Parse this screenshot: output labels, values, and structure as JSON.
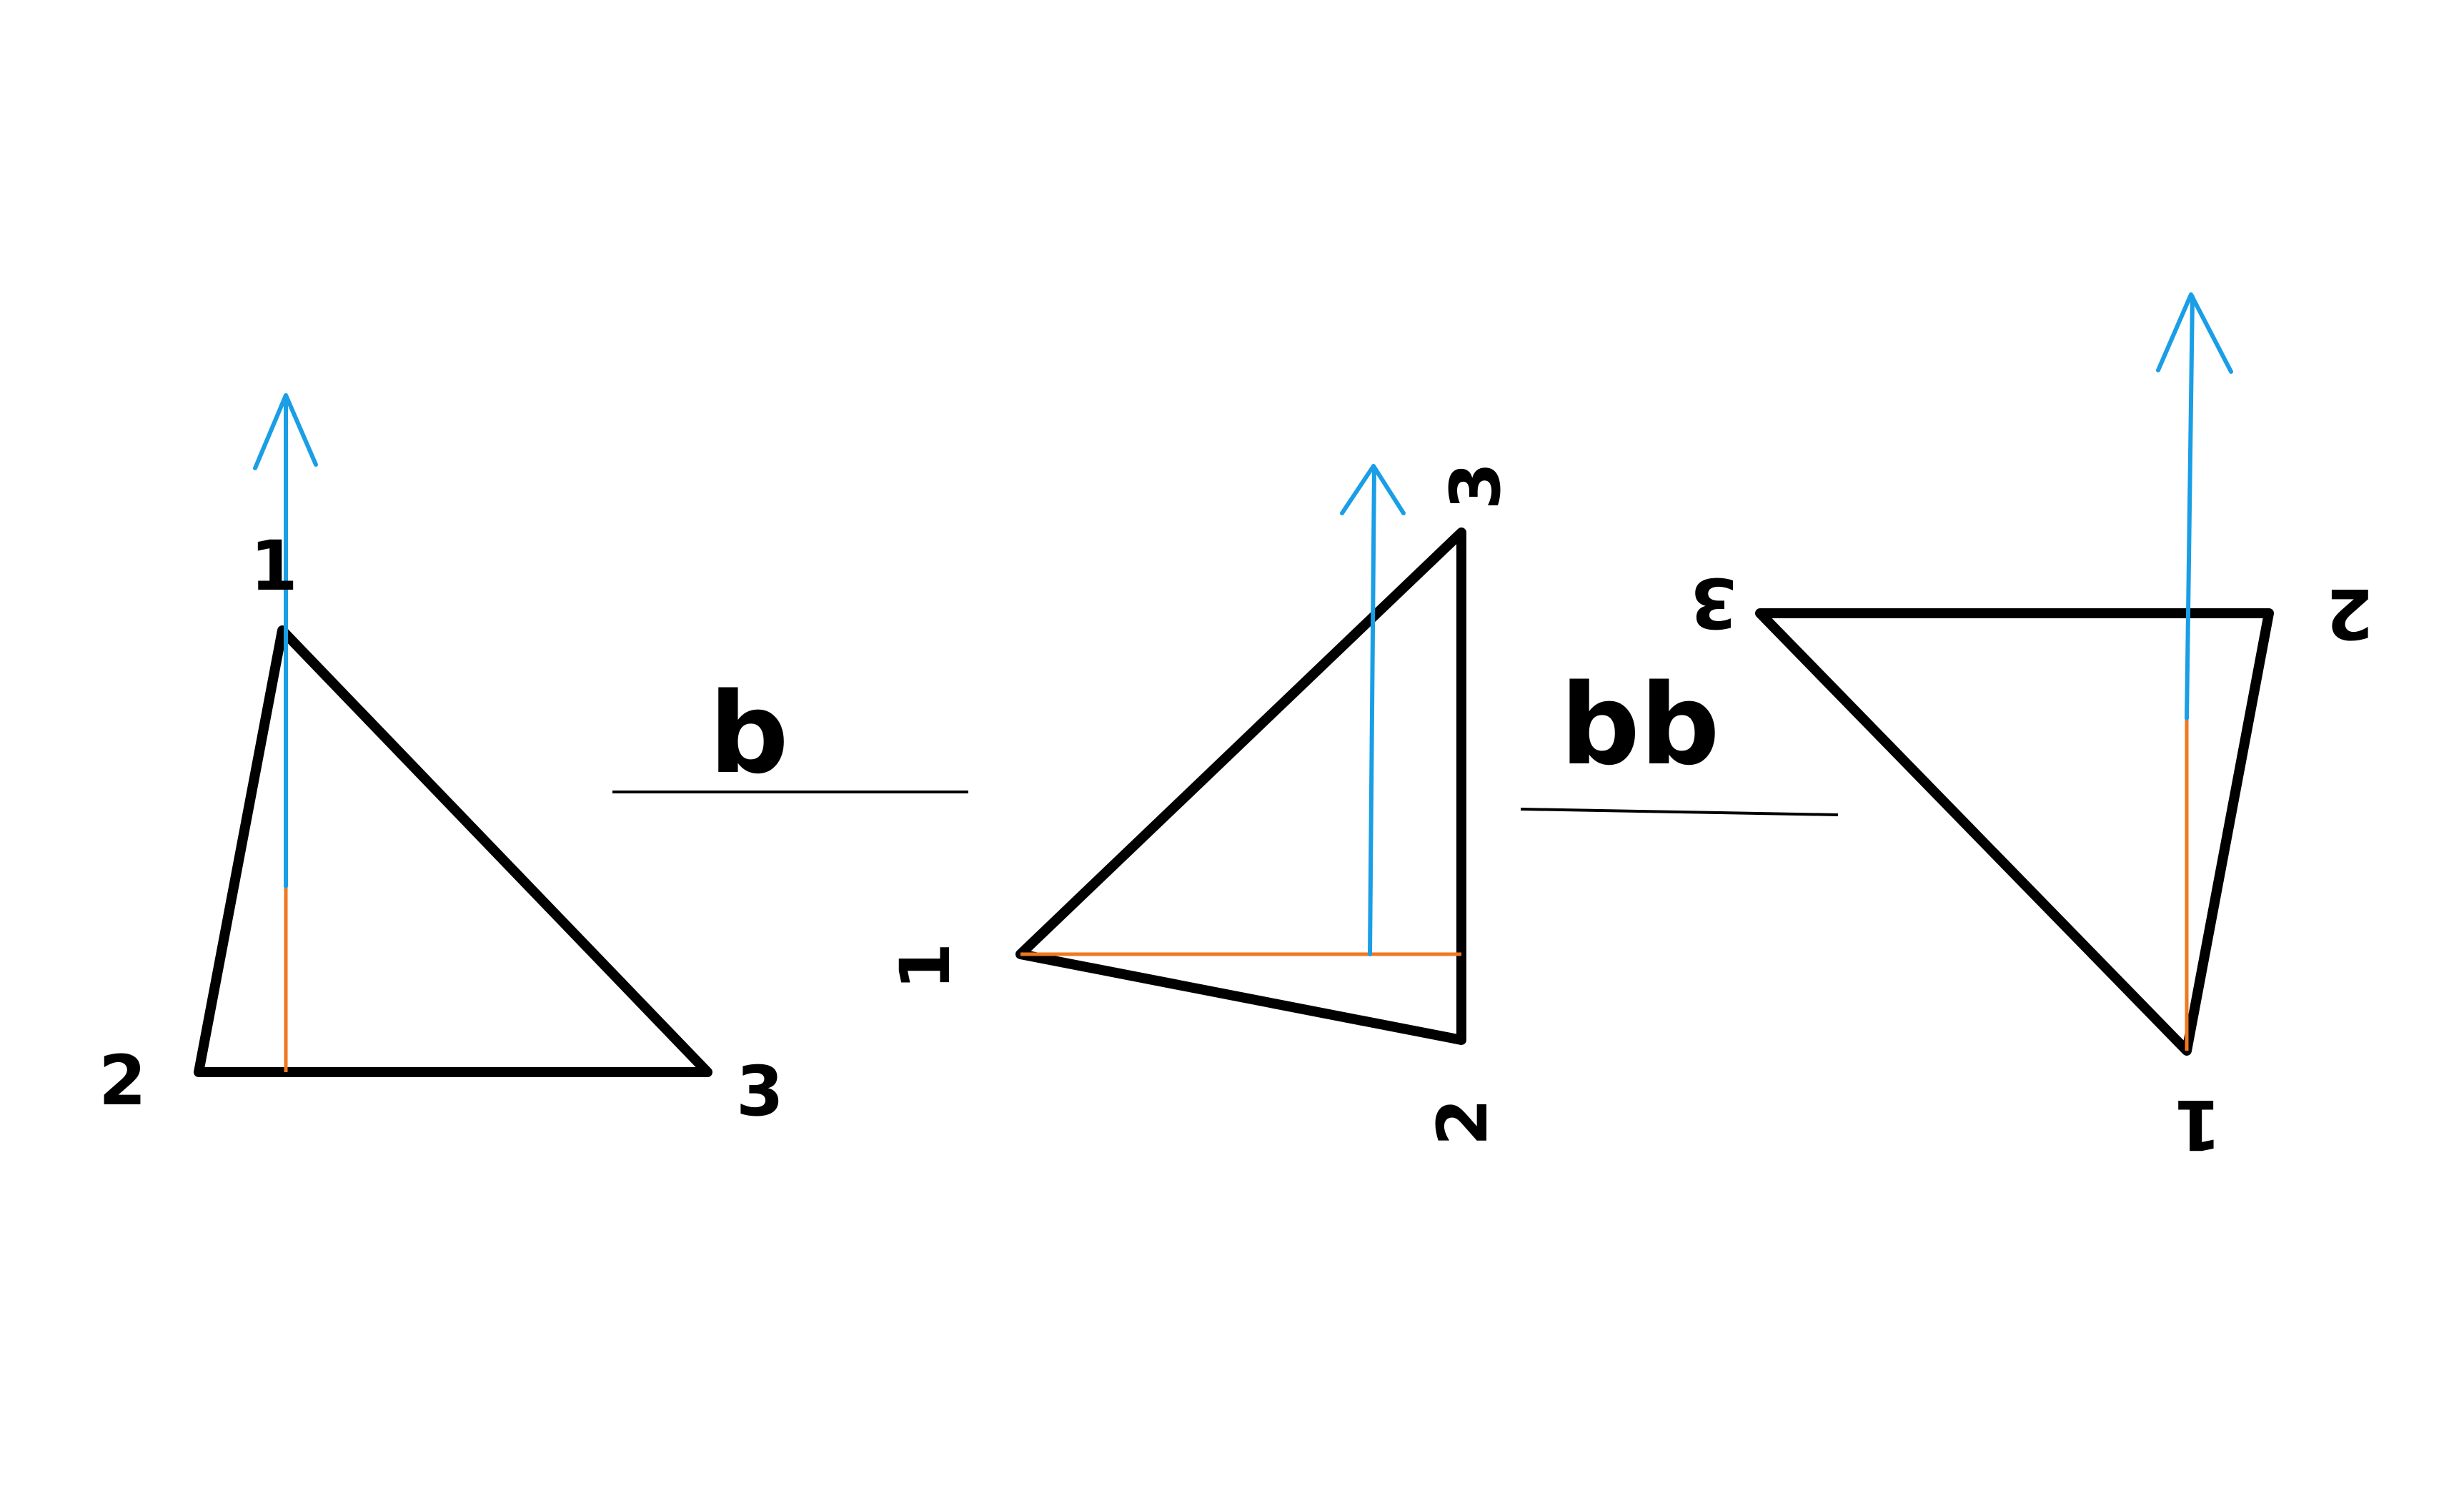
{
  "colors": {
    "background": "#ffffff",
    "outline": "#000000",
    "arrow": "#1a9ee6",
    "altitude": "#f07820"
  },
  "operations": {
    "first": "b",
    "second": "bb"
  },
  "triangles": [
    {
      "id": "original",
      "labels": {
        "v1": "1",
        "v2": "2",
        "v3": "3"
      }
    },
    {
      "id": "rotated-once",
      "labels": {
        "v1": "1",
        "v2": "2",
        "v3": "3"
      }
    },
    {
      "id": "rotated-twice",
      "labels": {
        "v1": "1",
        "v2": "2",
        "v3": "3"
      }
    }
  ]
}
